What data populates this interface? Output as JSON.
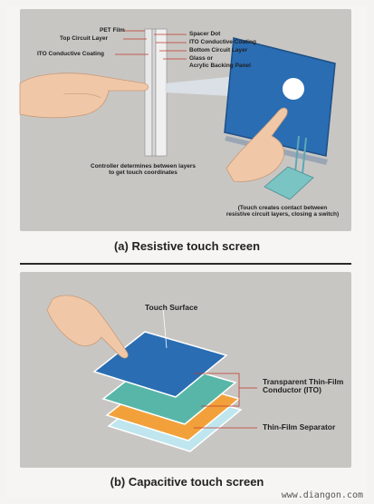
{
  "panel_a": {
    "layers_left": [
      "PET Film",
      "Top Circuit Layer",
      "ITO Conductive Coating"
    ],
    "layers_right": [
      "Spacer Dot",
      "ITO Conductive Coating",
      "Bottom Circuit Layer",
      "Glass or",
      "Acrylic Backing Panel"
    ],
    "controller_note_line1": "Controller determines between layers",
    "controller_note_line2": "to get touch coordinates",
    "touch_note_line1": "(Touch creates contact between",
    "touch_note_line2": "resistive circuit layers, closing a switch)",
    "caption": "(a) Resistive touch screen"
  },
  "panel_b": {
    "touch_surface": "Touch Surface",
    "conductor_line1": "Transparent Thin-Film",
    "conductor_line2": "Conductor (ITO)",
    "separator": "Thin-Film Separator",
    "caption": "(b) Capacitive touch screen"
  },
  "watermark": "www.diangon.com",
  "colors": {
    "panel_bg": "#c8c6c3",
    "screen_blue": "#2a6db3",
    "layer_teal": "#57b6a8",
    "layer_orange": "#f2a13a",
    "leader_red": "#c0392b"
  }
}
